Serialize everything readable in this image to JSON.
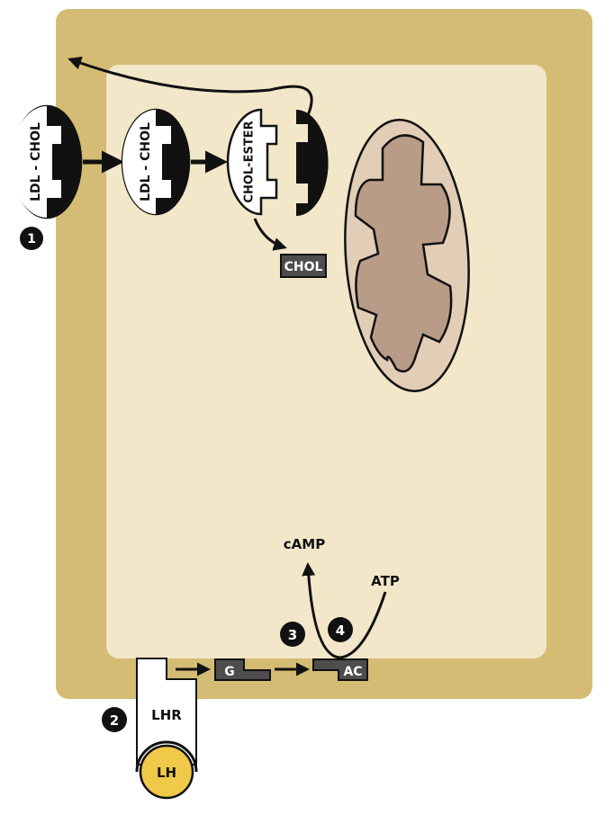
{
  "labels": {
    "ldl_chol_outer": "LDL - CHOL",
    "ldl_chol_inner": "LDL - CHOL",
    "chol_ester": "CHOL-ESTER",
    "chol": "CHOL",
    "lhr": "LHR",
    "lh": "LH",
    "g": "G",
    "ac": "AC",
    "camp": "cAMP",
    "atp": "ATP"
  },
  "steps": [
    "1",
    "2",
    "3",
    "4"
  ],
  "colors": {
    "cytoplasm_outer": "#d4bc74",
    "cytoplasm_inner": "#f2e7c8",
    "mitochondria_outer": "#e2cdb6",
    "mitochondria_inner": "#b89c88",
    "lh": "#f0c94a",
    "protein_box": "#4d4d4d"
  }
}
